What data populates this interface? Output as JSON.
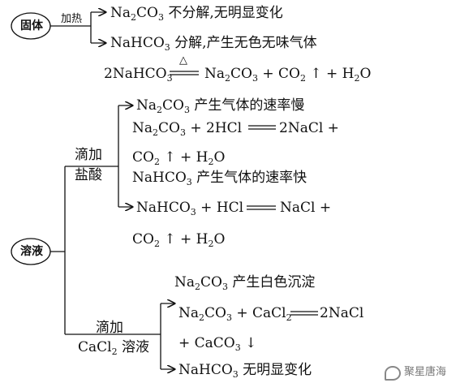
{
  "diagram": {
    "solid_node": "固体",
    "solution_node": "溶液",
    "heating_label": "加热",
    "solid_branch_1": {
      "formula": [
        "Na",
        "2",
        "CO",
        "3"
      ],
      "desc": " 不分解,无明显变化"
    },
    "solid_branch_2": {
      "formula": [
        "NaHCO",
        "3"
      ],
      "desc": " 分解,产生无色无味气体"
    },
    "decomp_equation": {
      "lhs": [
        "2NaHCO",
        "3"
      ],
      "condition": "△",
      "rhs1": [
        "Na",
        "2",
        "CO",
        "3"
      ],
      "plus1": " + CO",
      "co2_sub": "2",
      "arrow_up": " ↑",
      "plus2": " + H",
      "h2o_sub": "2",
      "o": "O"
    },
    "hcl_label_1": "滴加",
    "hcl_label_2": "盐酸",
    "hcl_branch_1": {
      "formula": [
        "Na",
        "2",
        "CO",
        "3"
      ],
      "desc": " 产生气体的速率慢"
    },
    "hcl_eq1_line1": {
      "lhs": [
        "Na",
        "2",
        "CO",
        "3"
      ],
      "mid": " + 2HCl ",
      "rhs": " 2NaCl +"
    },
    "hcl_eq1_line2": {
      "co2": "CO",
      "co2_sub": "2",
      "rest": " ↑  + H",
      "h2o_sub": "2",
      "o": "O"
    },
    "hcl_branch_2": {
      "formula": [
        "NaHCO",
        "3"
      ],
      "desc": " 产生气体的速率快"
    },
    "hcl_eq2_line1": {
      "lhs": [
        "NaHCO",
        "3"
      ],
      "mid": " + HCl ",
      "rhs": " NaCl +"
    },
    "hcl_eq2_line2": {
      "co2": "CO",
      "co2_sub": "2",
      "rest": " ↑  + H",
      "h2o_sub": "2",
      "o": "O"
    },
    "cacl2_label_1": "滴加",
    "cacl2_label_2": {
      "a": "CaCl",
      "sub": "2",
      "b": " 溶液"
    },
    "cacl2_branch_1": {
      "formula": [
        "Na",
        "2",
        "CO",
        "3"
      ],
      "desc": " 产生白色沉淀"
    },
    "cacl2_eq_line1": {
      "lhs": [
        "Na",
        "2",
        "CO",
        "3"
      ],
      "mid": " + CaCl",
      "mid_sub": "2",
      "rhs": " 2NaCl"
    },
    "cacl2_eq_line2": {
      "a": "+ CaCO",
      "sub": "3",
      "b": " ↓"
    },
    "cacl2_branch_2": {
      "formula": [
        "NaHCO",
        "3"
      ],
      "desc": " 无明显变化"
    }
  },
  "watermark": {
    "text": "聚星唐海"
  }
}
